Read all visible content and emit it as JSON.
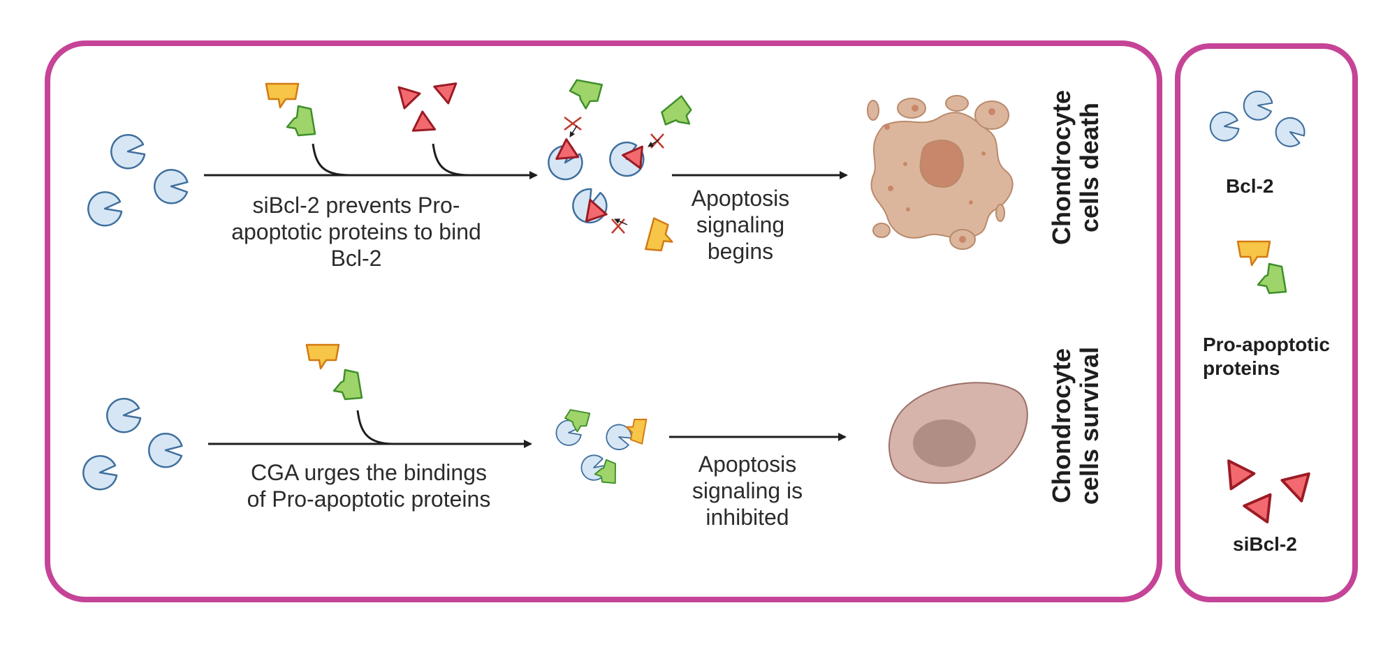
{
  "top_row": {
    "step1_caption_line1": "siBcl-2  prevents Pro-",
    "step1_caption_line2": "apoptotic proteins to bind",
    "step1_caption_line3": "Bcl-2",
    "step2_caption_line1": "Apoptosis",
    "step2_caption_line2": "signaling",
    "step2_caption_line3": "begins",
    "outcome_line1": "Chondrocyte",
    "outcome_line2": "cells death"
  },
  "bottom_row": {
    "step1_caption_line1": "CGA urges the bindings",
    "step1_caption_line2": "of Pro-apoptotic proteins",
    "step2_caption_line1": "Apoptosis",
    "step2_caption_line2": "signaling is",
    "step2_caption_line3": "inhibited",
    "outcome_line1": "Chondrocyte",
    "outcome_line2": "cells survival"
  },
  "legend": {
    "bcl2_label": "Bcl-2",
    "pro_label_line1": "Pro-apoptotic",
    "pro_label_line2": "proteins",
    "sibcl2_label": "siBcl-2"
  },
  "colors": {
    "frame": "#c54497",
    "bcl2_fill": "#d7e6f5",
    "bcl2_stroke": "#3f6f9d",
    "pro_yellow": "#f7c548",
    "pro_green": "#9ed46a",
    "sibcl2_fill": "#f26a6f",
    "sibcl2_stroke": "#9b1b24",
    "dead_cell": "#dcb69c",
    "live_cell": "#d6b3ab"
  }
}
